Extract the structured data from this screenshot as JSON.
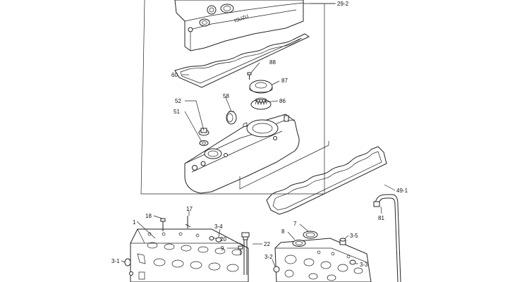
{
  "diagram": {
    "callouts": [
      {
        "id": "c29-2",
        "text": "29-2"
      },
      {
        "id": "c60",
        "text": "60"
      },
      {
        "id": "c88",
        "text": "88"
      },
      {
        "id": "c87",
        "text": "87"
      },
      {
        "id": "c58",
        "text": "58"
      },
      {
        "id": "c52",
        "text": "52"
      },
      {
        "id": "c86",
        "text": "86"
      },
      {
        "id": "c51",
        "text": "51"
      },
      {
        "id": "c49-1",
        "text": "49-1"
      },
      {
        "id": "c81",
        "text": "81"
      },
      {
        "id": "c18",
        "text": "18"
      },
      {
        "id": "c17",
        "text": "17"
      },
      {
        "id": "c1",
        "text": "1"
      },
      {
        "id": "c3-4",
        "text": "3-4"
      },
      {
        "id": "c20",
        "text": "20"
      },
      {
        "id": "c9",
        "text": "9"
      },
      {
        "id": "c22",
        "text": "22"
      },
      {
        "id": "c7",
        "text": "7"
      },
      {
        "id": "c8",
        "text": "8"
      },
      {
        "id": "c3-5",
        "text": "3-5"
      },
      {
        "id": "c3-1",
        "text": "3-1"
      },
      {
        "id": "c3-2",
        "text": "3-2"
      },
      {
        "id": "c3-3",
        "text": "3-3"
      }
    ],
    "cover_emboss": "ISUZU"
  }
}
